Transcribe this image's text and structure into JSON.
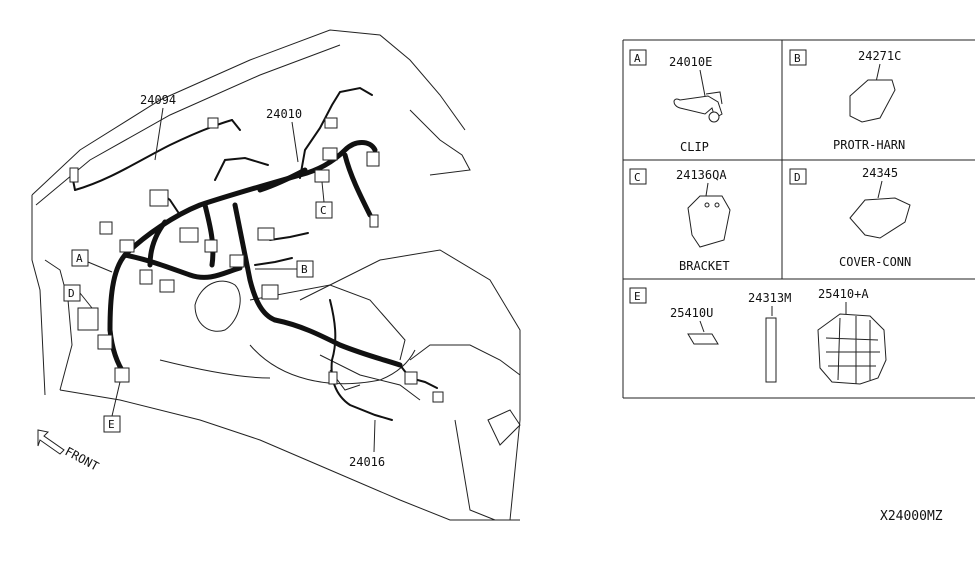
{
  "callouts": {
    "main_harness": "24010",
    "sub_harness_upper": "24094",
    "sub_harness_lower": "24016"
  },
  "markers": [
    "A",
    "B",
    "C",
    "D",
    "E"
  ],
  "front_label": "FRONT",
  "parts_table": {
    "cells": [
      {
        "key": "A",
        "parts": [
          "24010E"
        ],
        "caption": "CLIP"
      },
      {
        "key": "B",
        "parts": [
          "24271C"
        ],
        "caption": "PROTR-HARN"
      },
      {
        "key": "C",
        "parts": [
          "24136QA"
        ],
        "caption": "BRACKET"
      },
      {
        "key": "D",
        "parts": [
          "24345"
        ],
        "caption": "COVER-CONN"
      },
      {
        "key": "E",
        "parts": [
          "25410U",
          "24313M",
          "25410+A"
        ],
        "caption": ""
      }
    ]
  },
  "diagram_code": "X24000MZ"
}
